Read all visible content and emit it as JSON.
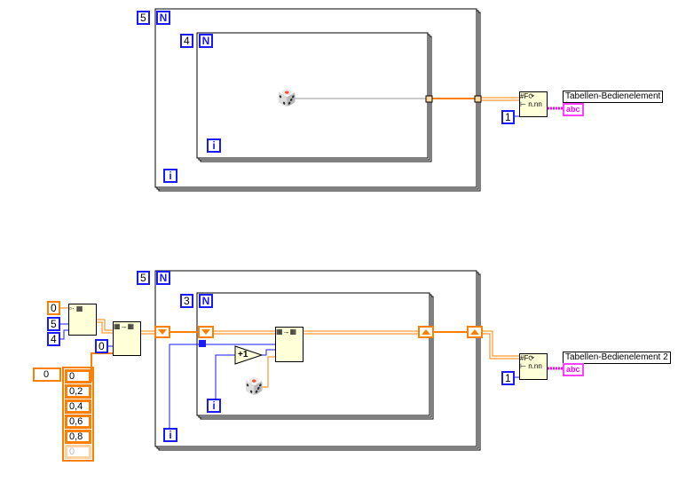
{
  "top": {
    "outer_n": "5",
    "inner_n": "4",
    "n_label": "N",
    "i_label": "i",
    "format_width": "1",
    "indicator_label": "Tabellen-Bedienelement",
    "indicator_value": "abc"
  },
  "bottom": {
    "outer_n": "5",
    "inner_n": "3",
    "n_label": "N",
    "i_label": "i",
    "format_width": "1",
    "init_value": "0",
    "init_rows": "5",
    "init_cols": "4",
    "replace_index": "0",
    "increment": "+1",
    "indicator_label": "Tabellen-Bedienelement 2",
    "indicator_value": "abc",
    "array_index": "0",
    "array_values": [
      "0",
      "0,2",
      "0,4",
      "0,6",
      "0,8",
      "0"
    ]
  },
  "colors": {
    "int": "#1a1aff",
    "dbl": "#ff8000",
    "string": "#ff00ff",
    "node": "#ffffd8"
  }
}
